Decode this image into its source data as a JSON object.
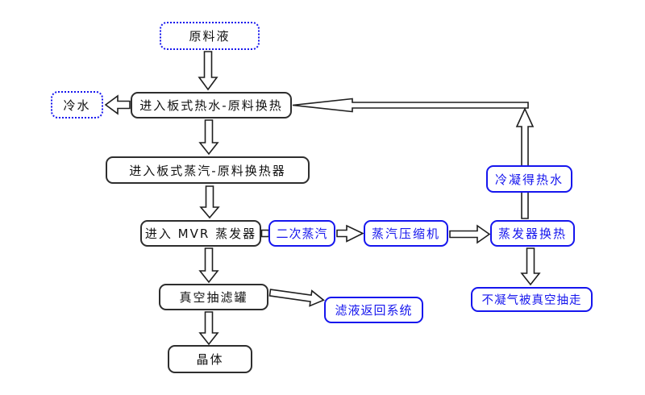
{
  "diagram": {
    "description": "MVR evaporation crystallization process flowchart",
    "colors": {
      "node_border_black": "#2e2e2e",
      "node_border_blue": "#1616ee",
      "text_black": "#111111",
      "text_blue": "#1616ee",
      "background": "#ffffff"
    },
    "nodes": {
      "raw_material": {
        "label": "原料液",
        "style": "dotted-blue"
      },
      "cold_water": {
        "label": "冷水",
        "style": "dotted-blue"
      },
      "hot_water_exchange": {
        "label": "进入板式热水-原料换热",
        "style": "black"
      },
      "steam_exchange": {
        "label": "进入板式蒸汽-原料换热器",
        "style": "black"
      },
      "mvr_evaporator": {
        "label": "进入 MVR 蒸发器",
        "style": "black"
      },
      "secondary_steam": {
        "label": "二次蒸汽",
        "style": "blue"
      },
      "steam_compressor": {
        "label": "蒸汽压缩机",
        "style": "blue"
      },
      "evaporator_heat_exchange": {
        "label": "蒸发器换热",
        "style": "blue"
      },
      "condensed_hot_water": {
        "label": "冷凝得热水",
        "style": "blue"
      },
      "non_condensable_gas": {
        "label": "不凝气被真空抽走",
        "style": "blue"
      },
      "vacuum_filter_tank": {
        "label": "真空抽滤罐",
        "style": "black"
      },
      "filtrate_return": {
        "label": "滤液返回系统",
        "style": "blue"
      },
      "crystal": {
        "label": "晶体",
        "style": "black"
      }
    },
    "edges": [
      {
        "from": "raw_material",
        "to": "hot_water_exchange",
        "direction": "down"
      },
      {
        "from": "hot_water_exchange",
        "to": "cold_water",
        "direction": "left"
      },
      {
        "from": "hot_water_exchange",
        "to": "steam_exchange",
        "direction": "down"
      },
      {
        "from": "steam_exchange",
        "to": "mvr_evaporator",
        "direction": "down"
      },
      {
        "from": "mvr_evaporator",
        "to": "secondary_steam",
        "direction": "right"
      },
      {
        "from": "secondary_steam",
        "to": "steam_compressor",
        "direction": "right"
      },
      {
        "from": "steam_compressor",
        "to": "evaporator_heat_exchange",
        "direction": "right"
      },
      {
        "from": "evaporator_heat_exchange",
        "to": "hot_water_exchange",
        "direction": "up-then-left",
        "via": "condensed_hot_water"
      },
      {
        "from": "evaporator_heat_exchange",
        "to": "non_condensable_gas",
        "direction": "down"
      },
      {
        "from": "mvr_evaporator",
        "to": "vacuum_filter_tank",
        "direction": "down"
      },
      {
        "from": "vacuum_filter_tank",
        "to": "filtrate_return",
        "direction": "right"
      },
      {
        "from": "vacuum_filter_tank",
        "to": "crystal",
        "direction": "down"
      }
    ]
  }
}
